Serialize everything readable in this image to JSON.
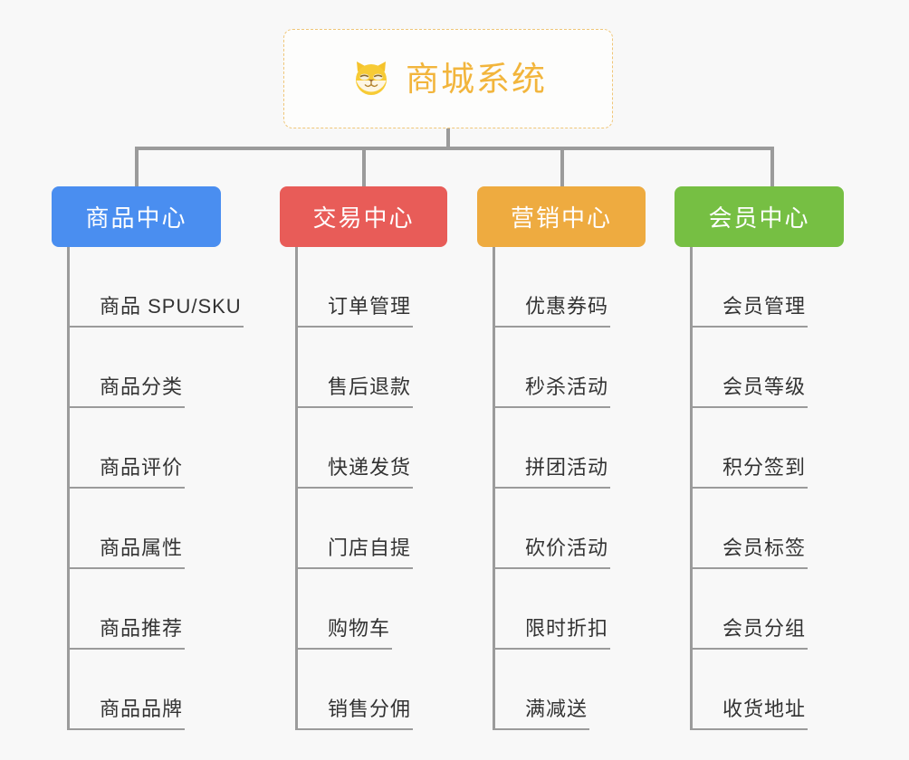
{
  "page": {
    "background_color": "#f8f8f8",
    "type": "organization-tree"
  },
  "root": {
    "title": "商城系统",
    "icon": "shiba-dog-face-icon",
    "text_color": "#f2b53c",
    "border_color": "#f0c678",
    "border_style": "dashed"
  },
  "columns": [
    {
      "id": "product-center",
      "title": "商品中心",
      "color": "#4a8ef0",
      "items": [
        "商品 SPU/SKU",
        "商品分类",
        "商品评价",
        "商品属性",
        "商品推荐",
        "商品品牌"
      ]
    },
    {
      "id": "trade-center",
      "title": "交易中心",
      "color": "#e85c58",
      "items": [
        "订单管理",
        "售后退款",
        "快递发货",
        "门店自提",
        "购物车",
        "销售分佣"
      ]
    },
    {
      "id": "marketing-center",
      "title": "营销中心",
      "color": "#eeab40",
      "items": [
        "优惠券码",
        "秒杀活动",
        "拼团活动",
        "砍价活动",
        "限时折扣",
        "满减送"
      ]
    },
    {
      "id": "member-center",
      "title": "会员中心",
      "color": "#76bf43",
      "items": [
        "会员管理",
        "会员等级",
        "积分签到",
        "会员标签",
        "会员分组",
        "收货地址"
      ]
    }
  ]
}
